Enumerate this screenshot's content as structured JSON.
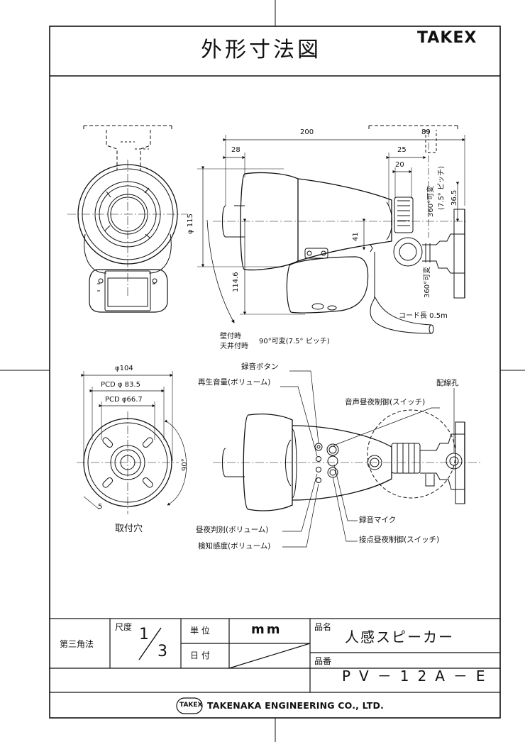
{
  "title": "外形寸法図",
  "brand": "TAKEX",
  "dims": {
    "d200": "200",
    "d89": "89",
    "d28": "28",
    "d25": "25",
    "d20": "20",
    "d115": "φ 115",
    "d41": "41",
    "d1146": "114.6",
    "d365": "36.5",
    "rot360a": "360°可変",
    "pitch_a": "(7.5° ピッチ)",
    "rot360b": "360°可変",
    "cord": "コード長 0.5m",
    "wall": "壁付時",
    "ceiling": "天井付時",
    "tilt": "90°可変(7.5° ピッチ)",
    "d104": "φ104",
    "pcd835": "PCD φ 83.5",
    "pcd667": "PCD φ66.7",
    "d5": "5",
    "deg90": "90°",
    "mount_holes": "取付穴"
  },
  "labels": {
    "rec_button": "録音ボタン",
    "play_volume": "再生音量(ボリューム)",
    "voice_daynight": "音声昼夜制御(スイッチ)",
    "wiring_hole": "配線孔",
    "rec_mic": "録音マイク",
    "contact_daynight": "接点昼夜制御(スイッチ)",
    "daynight_volume": "昼夜判別(ボリューム)",
    "sensitivity": "検知感度(ボリューム)"
  },
  "titleblock": {
    "projection": "第三角法",
    "scale_label": "尺度",
    "scale_num": "1",
    "scale_den": "3",
    "unit_label": "単 位",
    "unit_value": "mm",
    "date_label": "日 付",
    "product_label": "品名",
    "product_name": "人感スピーカー",
    "part_label": "品番",
    "part_number": "PV－12A－E",
    "company_logo": "TAKEX",
    "company": "TAKENAKA ENGINEERING CO., LTD."
  }
}
